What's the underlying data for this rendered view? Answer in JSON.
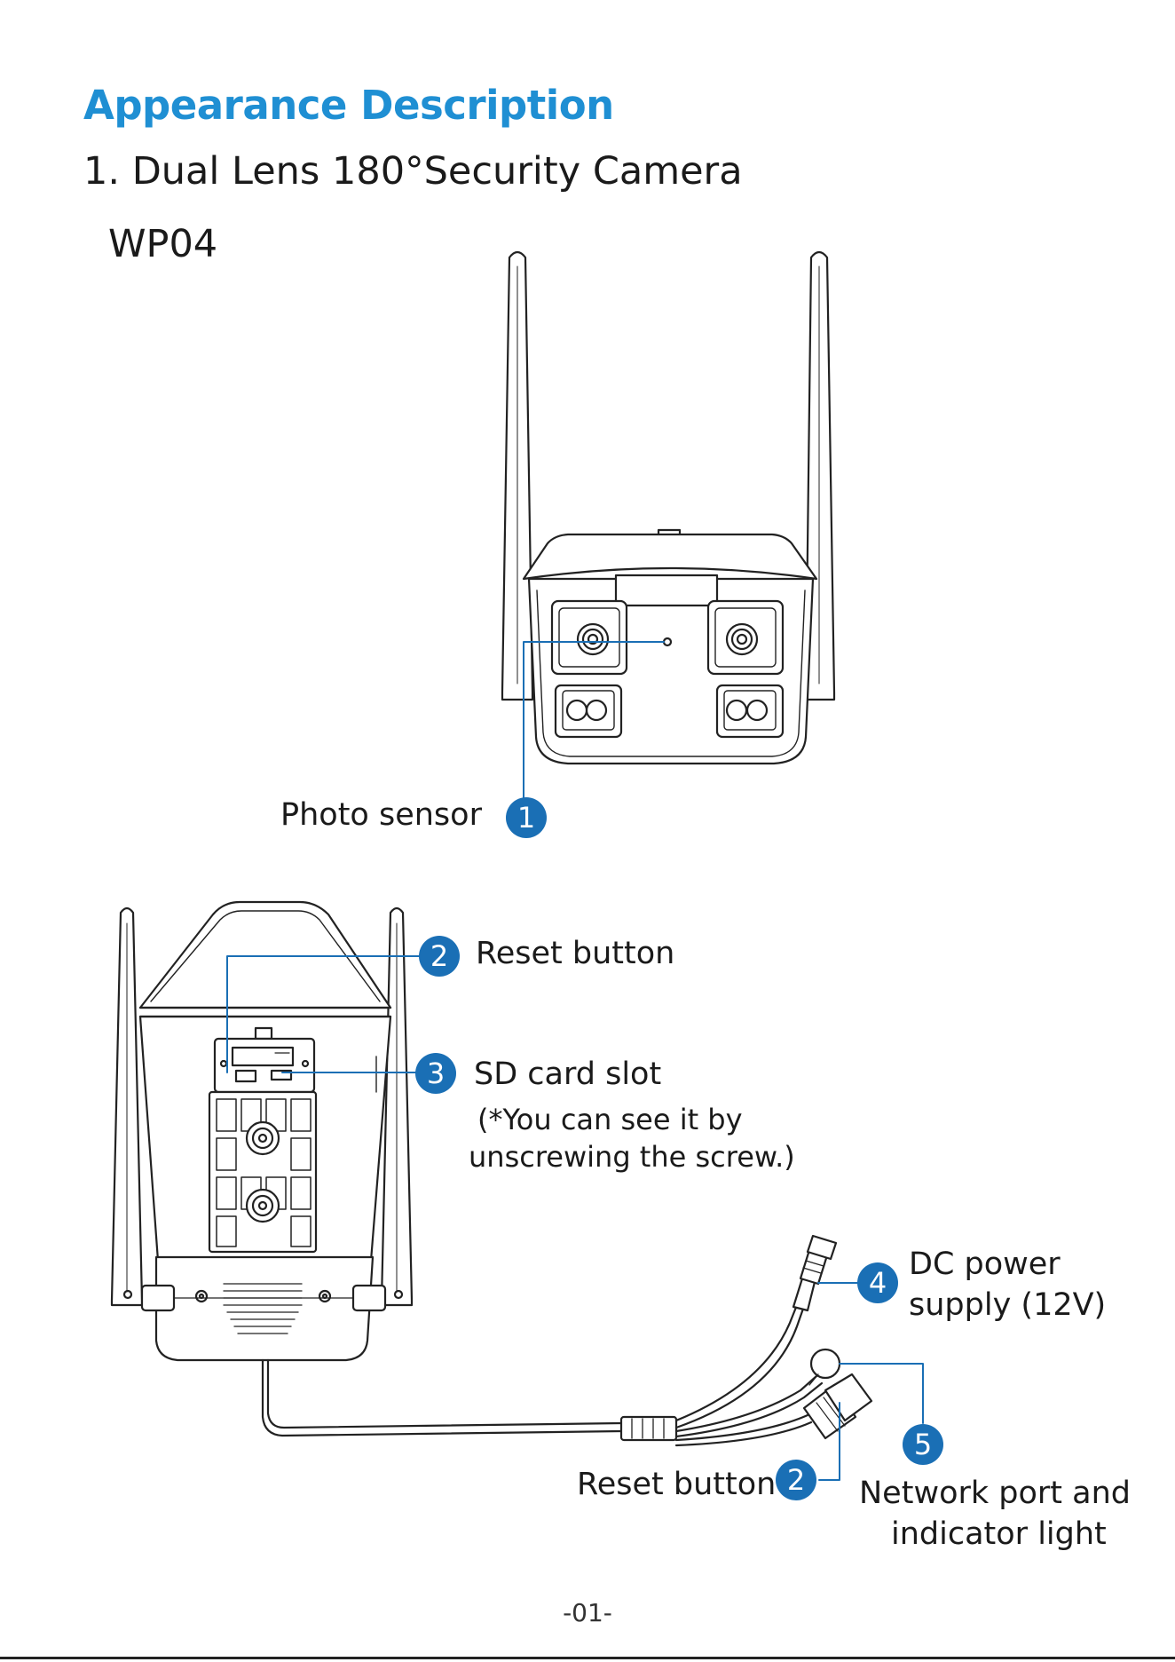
{
  "title": "Appearance Description",
  "subtitle": "1. Dual Lens 180°Security Camera",
  "model": "WP04",
  "callouts": [
    {
      "number": "1",
      "label": "Photo sensor"
    },
    {
      "number": "2",
      "label": "Reset button"
    },
    {
      "number": "3",
      "label": "SD card slot",
      "note_line1": "(*You can see it by",
      "note_line2": "unscrewing the screw.)"
    },
    {
      "number": "4",
      "label_line1": "DC power",
      "label_line2": "supply (12V)"
    },
    {
      "number": "5",
      "label_line1": "Network port and",
      "label_line2": "indicator light"
    },
    {
      "number": "2",
      "label": "Reset button"
    }
  ],
  "page_number": "-01-",
  "colors": {
    "heading": "#1f8fd3",
    "badge": "#1a6fb5",
    "leader_line": "#1a6fb5"
  }
}
